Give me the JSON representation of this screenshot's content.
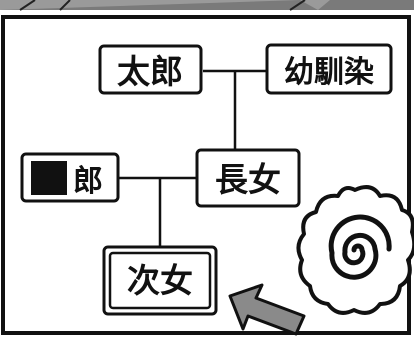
{
  "colors": {
    "background": "#ffffff",
    "ink": "#111111",
    "arrow_fill": "#8a8a8a",
    "top_strip": "#8c8c8c"
  },
  "nodes": {
    "taro": "太郎",
    "osananajimi": "幼馴染",
    "redacted_ro": "郎",
    "chojo": "長女",
    "jijo": "次女"
  },
  "icons": [
    "arrow-pointer-icon",
    "spiral-flower-icon",
    "redaction-block-icon"
  ]
}
